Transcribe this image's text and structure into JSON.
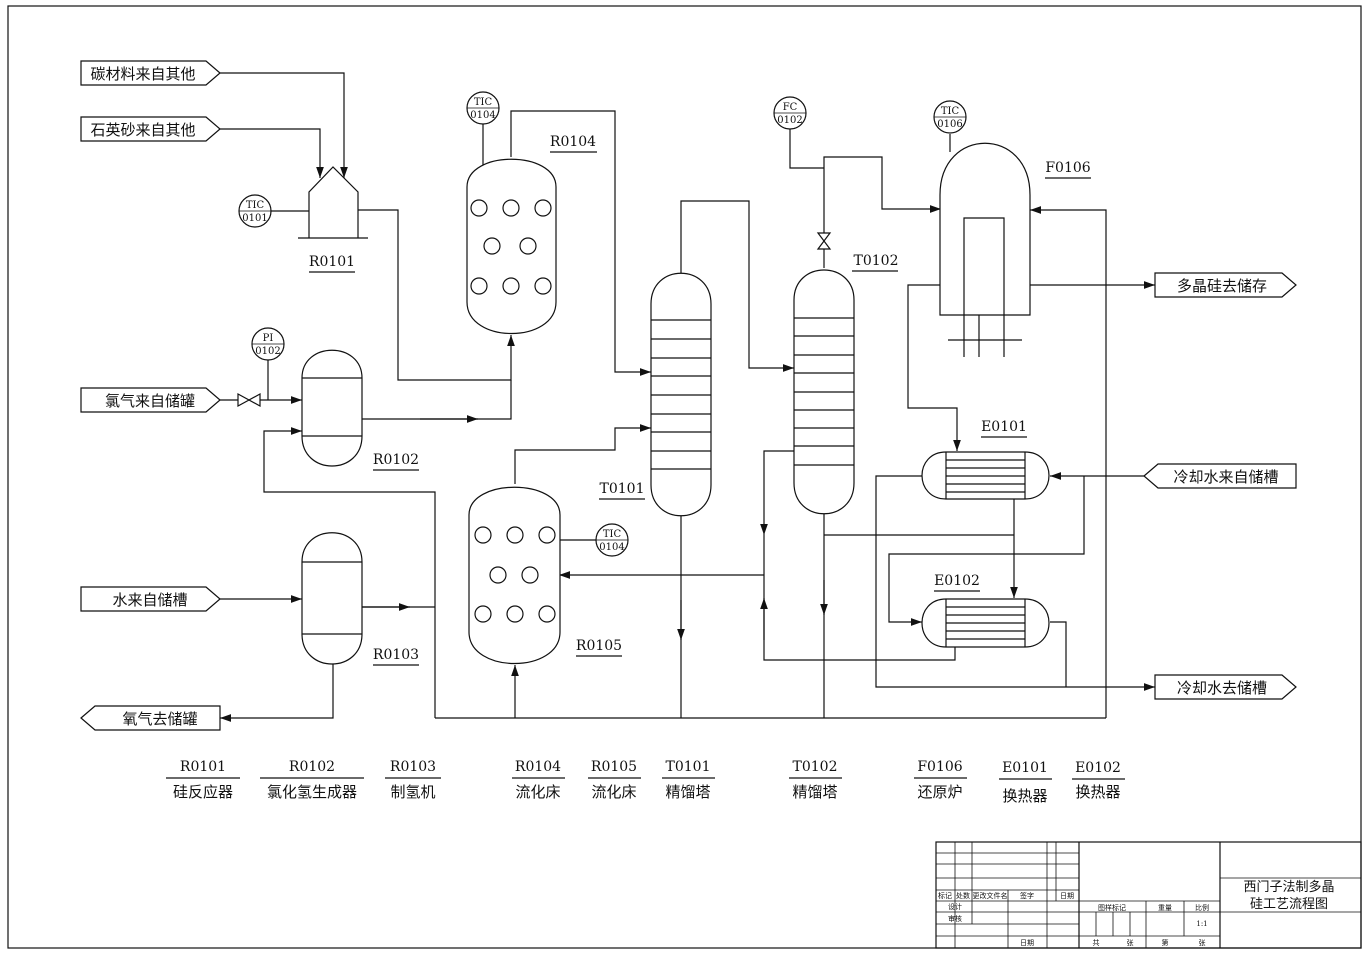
{
  "title": "西门子法制多晶硅工艺流程图",
  "title_lines": [
    "西门子法制多晶",
    "硅工艺流程图"
  ],
  "inputs": {
    "carbon": "碳材料来自其他",
    "quartz": "石英砂来自其他",
    "chlorine": "氯气来自储罐",
    "water": "水来自储槽",
    "cooling_in": "冷却水来自储槽"
  },
  "outputs": {
    "oxygen": "氧气去储罐",
    "polysilicon": "多晶硅去储存",
    "cooling_out": "冷却水去储槽"
  },
  "equipment_tags": {
    "R0101": "R0101",
    "R0102": "R0102",
    "R0103": "R0103",
    "R0104": "R0104",
    "R0105": "R0105",
    "T0101": "T0101",
    "T0102": "T0102",
    "F0106": "F0106",
    "E0101": "E0101",
    "E0102": "E0102"
  },
  "instruments": {
    "tic0101": {
      "type": "TIC",
      "num": "0101"
    },
    "pi0102": {
      "type": "PI",
      "num": "0102"
    },
    "tic0104a": {
      "type": "TIC",
      "num": "0104"
    },
    "tic0104b": {
      "type": "TIC",
      "num": "0104"
    },
    "fc0102": {
      "type": "FC",
      "num": "0102"
    },
    "tic0106": {
      "type": "TIC",
      "num": "0106"
    }
  },
  "legend": [
    {
      "tag": "R0101",
      "name": "硅反应器"
    },
    {
      "tag": "R0102",
      "name": "氯化氢生成器"
    },
    {
      "tag": "R0103",
      "name": "制氢机"
    },
    {
      "tag": "R0104",
      "name": "流化床"
    },
    {
      "tag": "R0105",
      "name": "流化床"
    },
    {
      "tag": "T0101",
      "name": "精馏塔"
    },
    {
      "tag": "T0102",
      "name": "精馏塔"
    },
    {
      "tag": "F0106",
      "name": "还原炉"
    },
    {
      "tag": "E0101",
      "name": "换热器"
    },
    {
      "tag": "E0102",
      "name": "换热器"
    }
  ],
  "title_block": {
    "row_headers": [
      "标记",
      "处数",
      "更改文件名",
      "签字",
      "日期"
    ],
    "design": "设计",
    "review": "审核",
    "date": "日期",
    "drawing_mark": "图样标记",
    "weight": "重量",
    "scale_label": "比例",
    "scale": "1:1",
    "total": "共",
    "sheet": "张",
    "page": "第",
    "page_unit": "张"
  }
}
